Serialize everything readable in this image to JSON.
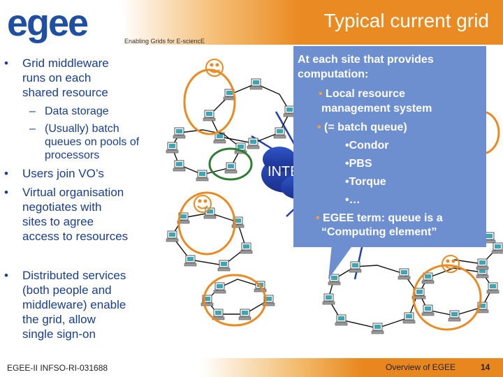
{
  "header": {
    "logo_text": "egee",
    "tagline": "Enabling Grids for E-sciencE",
    "title": "Typical current grid"
  },
  "bullets": [
    {
      "lines": [
        "Grid middleware",
        "runs on each",
        "shared resource"
      ]
    },
    {
      "sub": [
        {
          "lines": [
            "Data storage"
          ]
        },
        {
          "lines": [
            "(Usually) batch",
            "queues on pools of",
            "processors"
          ]
        }
      ]
    },
    {
      "lines": [
        "Users join VO’s"
      ]
    },
    {
      "lines": [
        "Virtual organisation",
        "negotiates with",
        "sites to agree",
        "access to resources"
      ]
    },
    {
      "lines": [
        "Distributed services",
        "(both people and",
        "middleware) enable",
        "the grid, allow",
        "single sign-on"
      ]
    }
  ],
  "diagram": {
    "internet_label": "INTERNET"
  },
  "callout": {
    "lines": [
      "At each site that provides",
      "computation:",
      "Local resource",
      "management system",
      "(= batch queue)",
      "•Condor",
      "•PBS",
      "•Torque",
      "•…",
      "EGEE  term: queue is a",
      "“Computing element”"
    ]
  },
  "footer": {
    "left": "EGEE-II INFSO-RI-031688",
    "center": "Overview of EGEE",
    "page": "14"
  },
  "colors": {
    "accent_orange": "#e98a22",
    "text_blue": "#1a3e8c",
    "callout_bg": "#6d8fd0",
    "ring_green": "#2e7d32"
  }
}
